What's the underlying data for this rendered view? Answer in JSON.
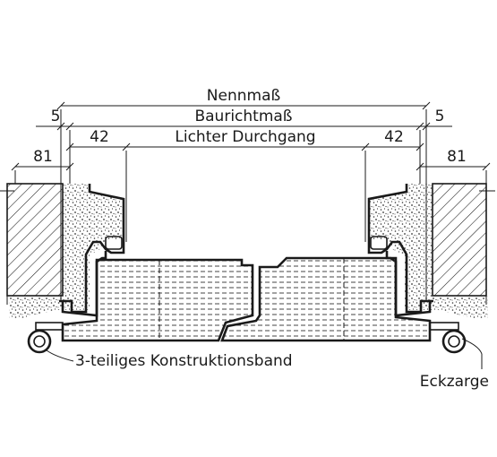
{
  "dimensions": {
    "nennmass": "Nennmaß",
    "baurichtmass": "Baurichtmaß",
    "lichter_durchgang": "Lichter Durchgang",
    "offset_left": "5",
    "offset_right": "5",
    "frame_left": "42",
    "frame_right": "42",
    "wall_left": "81",
    "wall_right": "81"
  },
  "callouts": {
    "hinge": "3-teiliges Konstruktionsband",
    "frame": "Eckzarge"
  }
}
